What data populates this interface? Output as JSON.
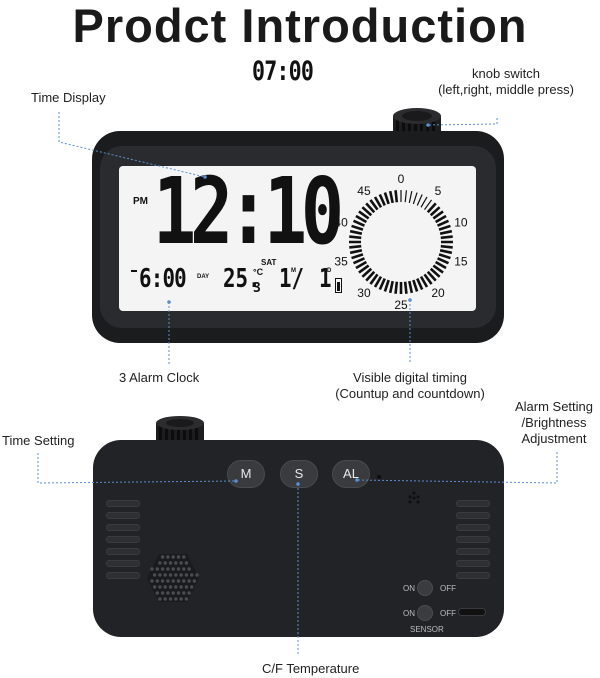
{
  "title": "Prodct Introduction",
  "labels": {
    "knob_switch_line1": "knob switch",
    "knob_switch_line2": "(left,right, middle press)",
    "time_display": "Time Display",
    "alarm_clock": "3 Alarm Clock",
    "visible_timing_line1": "Visible digital timing",
    "visible_timing_line2": "(Countup and countdown)",
    "time_setting": "Time Setting",
    "alarm_setting_line1": "Alarm Setting",
    "alarm_setting_line2": "/Brightness",
    "alarm_setting_line3": "Adjustment",
    "cf_temperature": "C/F Temperature"
  },
  "display": {
    "pm": "PM",
    "time": "12:10",
    "weekday": "SAT",
    "alarm_time": "6:00",
    "day_label": "DAY",
    "temperature": "25.",
    "temperature_decimal": "3",
    "temperature_unit": "°C",
    "month": "1/",
    "month_label": "M",
    "date": "1",
    "date_label": "D",
    "timer": "07:00",
    "dial_numbers": [
      "0",
      "5",
      "10",
      "15",
      "20",
      "25",
      "30",
      "35",
      "40",
      "45"
    ]
  },
  "back": {
    "buttons": [
      "M",
      "S",
      "AL"
    ],
    "switch_on": "ON",
    "switch_off": "OFF",
    "sensor": "SENSOR"
  },
  "colors": {
    "clock_body": "#1b1c1e",
    "screen": "#f4f4f4",
    "pointer": "#5b8fd1"
  }
}
